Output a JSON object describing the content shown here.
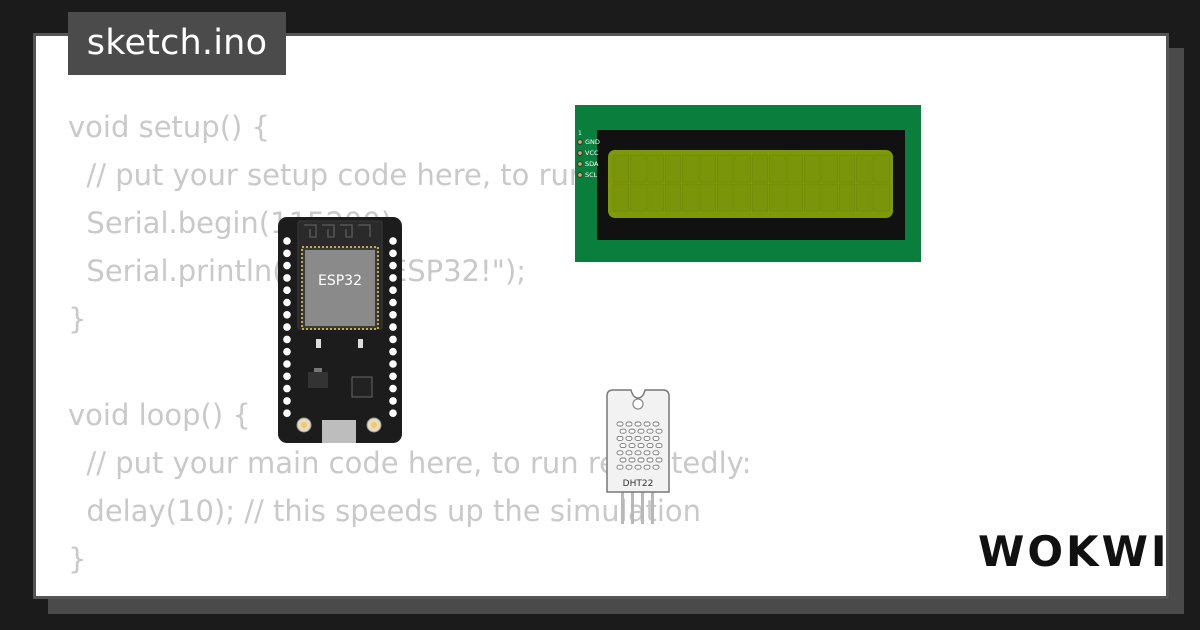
{
  "tab": {
    "filename": "sketch.ino"
  },
  "code_lines": [
    "void setup() {",
    "  // put your setup code here, to run once:",
    "  Serial.begin(115200);",
    "  Serial.println(\"Hello, ESP32!\");",
    "}",
    "",
    "void loop() {",
    "  // put your main code here, to run repeatedly:",
    "  delay(10); // this speeds up the simulation",
    "}"
  ],
  "components": {
    "lcd": {
      "pins": [
        "GND",
        "VCC",
        "SDA",
        "SCL"
      ],
      "pin_marker": "1"
    },
    "esp32": {
      "chip_label": "ESP32"
    },
    "dht22": {
      "label": "DHT22"
    }
  },
  "brand": {
    "logo": "WOKWI"
  },
  "colors": {
    "lcd_board": "#0a7e3c",
    "lcd_screen": "#7f9a09",
    "esp_board": "#1c1c1c",
    "esp_chip": "#8a8a8a",
    "dht_body": "#f2f2f2",
    "code_text": "#c9c9c9"
  }
}
